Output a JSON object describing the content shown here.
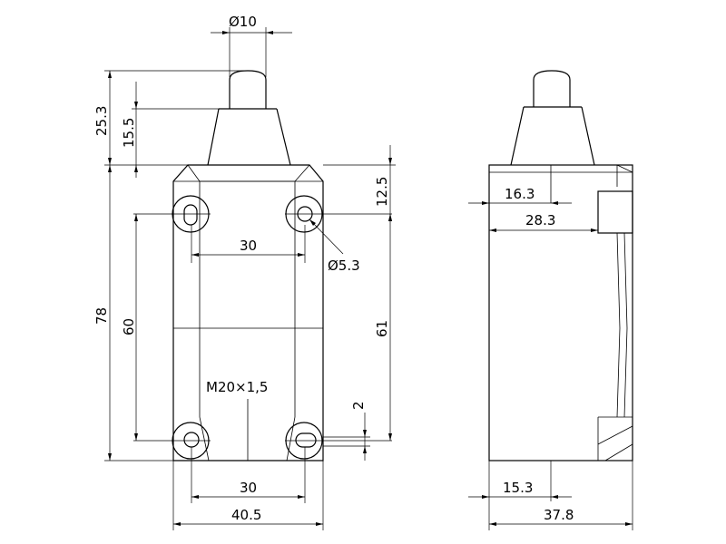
{
  "front_view": {
    "plunger_diameter": "Ø10",
    "plunger_total_height": "25.3",
    "plunger_cone_height": "15.5",
    "top_to_hole_offset": "12.5",
    "hole_spacing_top": "30",
    "hole_diameter": "Ø5.3",
    "body_height": "78",
    "hole_vertical_spacing_left": "60",
    "hole_vertical_spacing_right": "61",
    "thread_label": "M20×1,5",
    "slot_offset": "2",
    "hole_spacing_bottom": "30",
    "body_width": "40.5"
  },
  "side_view": {
    "plunger_offset": "16.3",
    "actuator_offset": "28.3",
    "bottom_offset": "15.3",
    "body_depth": "37.8"
  }
}
